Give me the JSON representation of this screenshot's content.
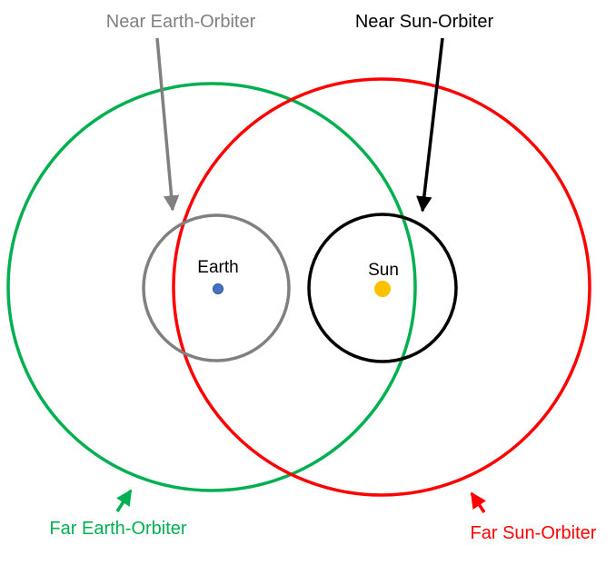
{
  "labels": {
    "near_earth_orbiter": "Near Earth-Orbiter",
    "near_sun_orbiter": "Near Sun-Orbiter",
    "far_earth_orbiter": "Far Earth-Orbiter",
    "far_sun_orbiter": "Far Sun-Orbiter",
    "earth": "Earth",
    "sun": "Sun"
  },
  "colors": {
    "near_earth_orbit": "#808080",
    "near_sun_orbit": "#000000",
    "far_earth_orbit": "#00b050",
    "far_sun_orbit": "#ff0000",
    "earth": "#4472c4",
    "sun": "#ffc000"
  }
}
